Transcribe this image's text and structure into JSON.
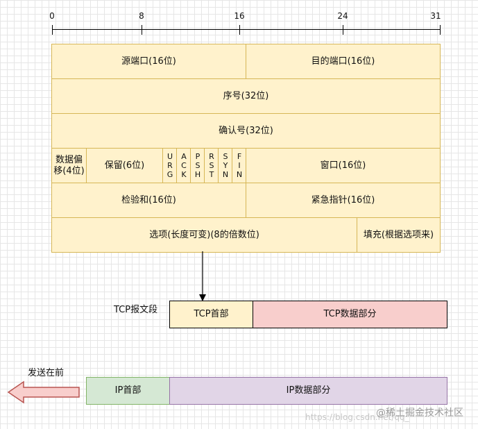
{
  "ruler": {
    "ticks": [
      "0",
      "8",
      "16",
      "24",
      "31"
    ]
  },
  "header": {
    "row1": {
      "src_port": "源端口(16位)",
      "dst_port": "目的端口(16位)"
    },
    "row2": {
      "seq": "序号(32位)"
    },
    "row3": {
      "ack_num": "确认号(32位)"
    },
    "row4": {
      "data_offset": "数据偏移(4位)",
      "reserved": "保留(6位)",
      "flags": [
        "URG",
        "ACK",
        "PSH",
        "RST",
        "SYN",
        "FIN"
      ],
      "window": "窗口(16位)"
    },
    "row5": {
      "checksum": "检验和(16位)",
      "urgent_ptr": "紧急指针(16位)"
    },
    "row6": {
      "options": "选项(长度可变)(8的倍数位)",
      "padding": "填充(根据选项来)"
    }
  },
  "segment": {
    "label": "TCP报文段",
    "tcp_header": "TCP首部",
    "tcp_data": "TCP数据部分"
  },
  "ip_packet": {
    "send_label": "发送在前",
    "ip_header": "IP首部",
    "ip_data": "IP数据部分"
  },
  "watermark": {
    "url": "https://blog.csdn.net/qq_",
    "brand": "@稀土掘金技术社区"
  },
  "colors": {
    "header_fill": "#fff2cc",
    "header_border": "#d6b656",
    "tcp_data_fill": "#f8cecc",
    "ip_header_fill": "#d5e8d4",
    "ip_data_fill": "#e1d5e7",
    "arrow_fill": "#f8cecc",
    "arrow_stroke": "#b85450"
  }
}
